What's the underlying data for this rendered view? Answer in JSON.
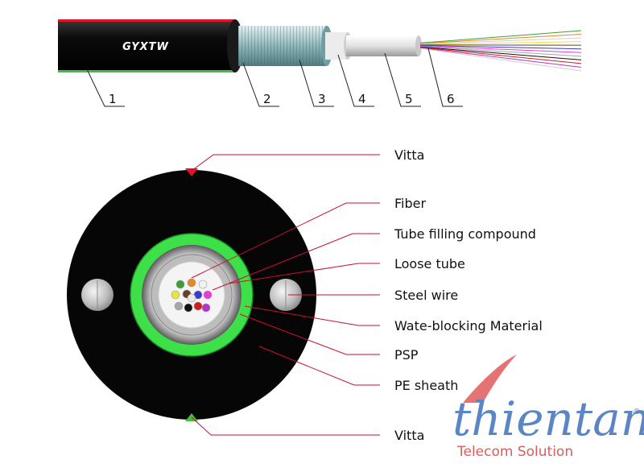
{
  "cable": {
    "name": "GYXTW",
    "layer_numbers": [
      "1",
      "2",
      "3",
      "4",
      "5",
      "6"
    ]
  },
  "labels": {
    "vitta_top": "Vitta",
    "fiber": "Fiber",
    "tube_filling": "Tube filling compound",
    "loose_tube": "Loose tube",
    "steel_wire": "Steel wire",
    "water_blocking": "Wate-blocking Material",
    "psp": "PSP",
    "pe_sheath": "PE sheath",
    "vitta_bottom": "Vitta"
  },
  "logo": {
    "word": "thientan",
    "tagline": "Telecom Solution",
    "registered": "®"
  },
  "colors": {
    "sheath": "#0a0a0a",
    "leader": "#c8102e",
    "vitta_top": "#e0152b",
    "vitta_bottom": "#3fc13f",
    "water_blocking": "#3ee04a",
    "logo_blue": "#5b86c5",
    "logo_red": "#e05a5a"
  },
  "fibers": [
    "#3e9d36",
    "#e8862a",
    "#f2f2f2",
    "#e9e63a",
    "#6b3f24",
    "#3a3ad0",
    "#ee3ad9",
    "#a6a6a6",
    "#111111",
    "#d21c1c",
    "#b436c8",
    "#e9e9e9"
  ]
}
